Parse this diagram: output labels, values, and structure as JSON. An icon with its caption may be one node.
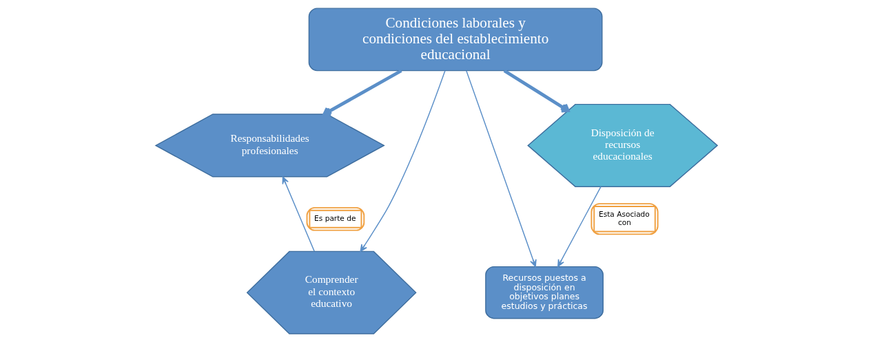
{
  "diagram": {
    "nodes": [
      {
        "text": [
          "Condiciones laborales y condiciones del establecimiento educacional"
        ]
      },
      {
        "text": [
          "Responsabilidades profesionales"
        ]
      },
      {
        "text": [
          "Comprender el contexto educativo"
        ]
      },
      {
        "text": [
          "Recursos puestos a disposición en objetivos planes estudios y prácticas"
        ]
      },
      {
        "text": [
          "Disposición de recursos educacionales"
        ]
      }
    ],
    "edges": [
      {
        "from": 0,
        "to": 1,
        "arrow": "to",
        "style": "thick"
      },
      {
        "from": 0,
        "to": 4,
        "arrow": "to",
        "style": "thick"
      },
      {
        "from": 0,
        "to": 2,
        "arrow": "to"
      },
      {
        "from": 0,
        "to": 3,
        "arrow": "to"
      },
      {
        "from": 2,
        "to": 1,
        "arrow": "to",
        "label": "Es parte de"
      },
      {
        "from": 4,
        "to": 3,
        "arrow": "to",
        "label": "Esta Asociado con"
      }
    ]
  }
}
